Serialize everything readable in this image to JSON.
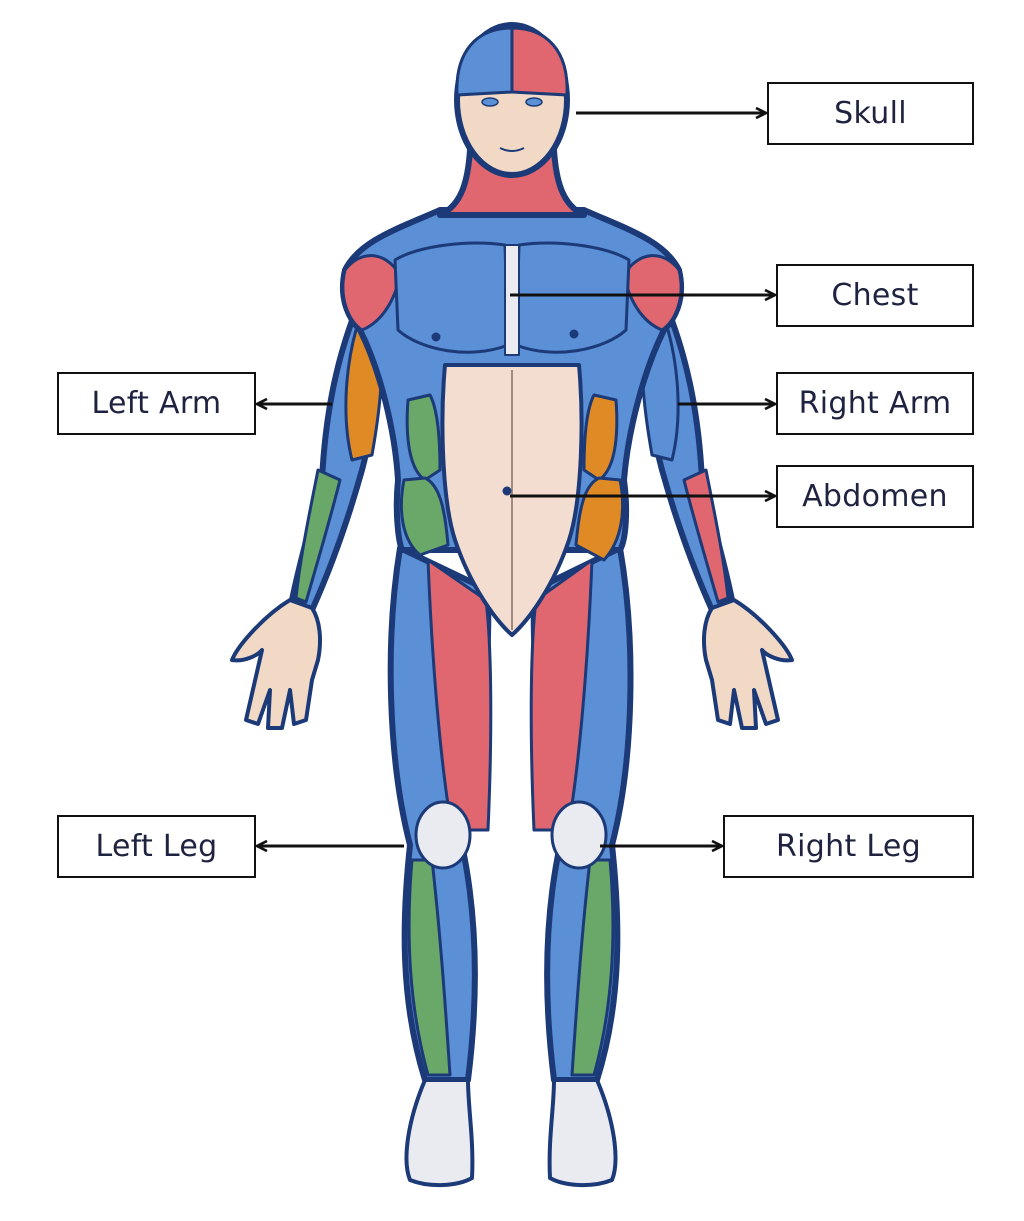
{
  "labels": {
    "skull": "Skull",
    "chest": "Chest",
    "left_arm": "Left Arm",
    "right_arm": "Right Arm",
    "abdomen": "Abdomen",
    "left_leg": "Left Leg",
    "right_leg": "Right Leg"
  },
  "colors": {
    "outline": "#1c3a78",
    "muscle_blue": "#5b8fd6",
    "muscle_red": "#e0676f",
    "muscle_orange": "#e08a26",
    "muscle_green": "#6aa86a",
    "skin": "#f1d9c6",
    "abdomen": "#f3ddd0",
    "tendon": "#e9ebf0",
    "arrow": "#111111",
    "label_text": "#1f2340"
  }
}
